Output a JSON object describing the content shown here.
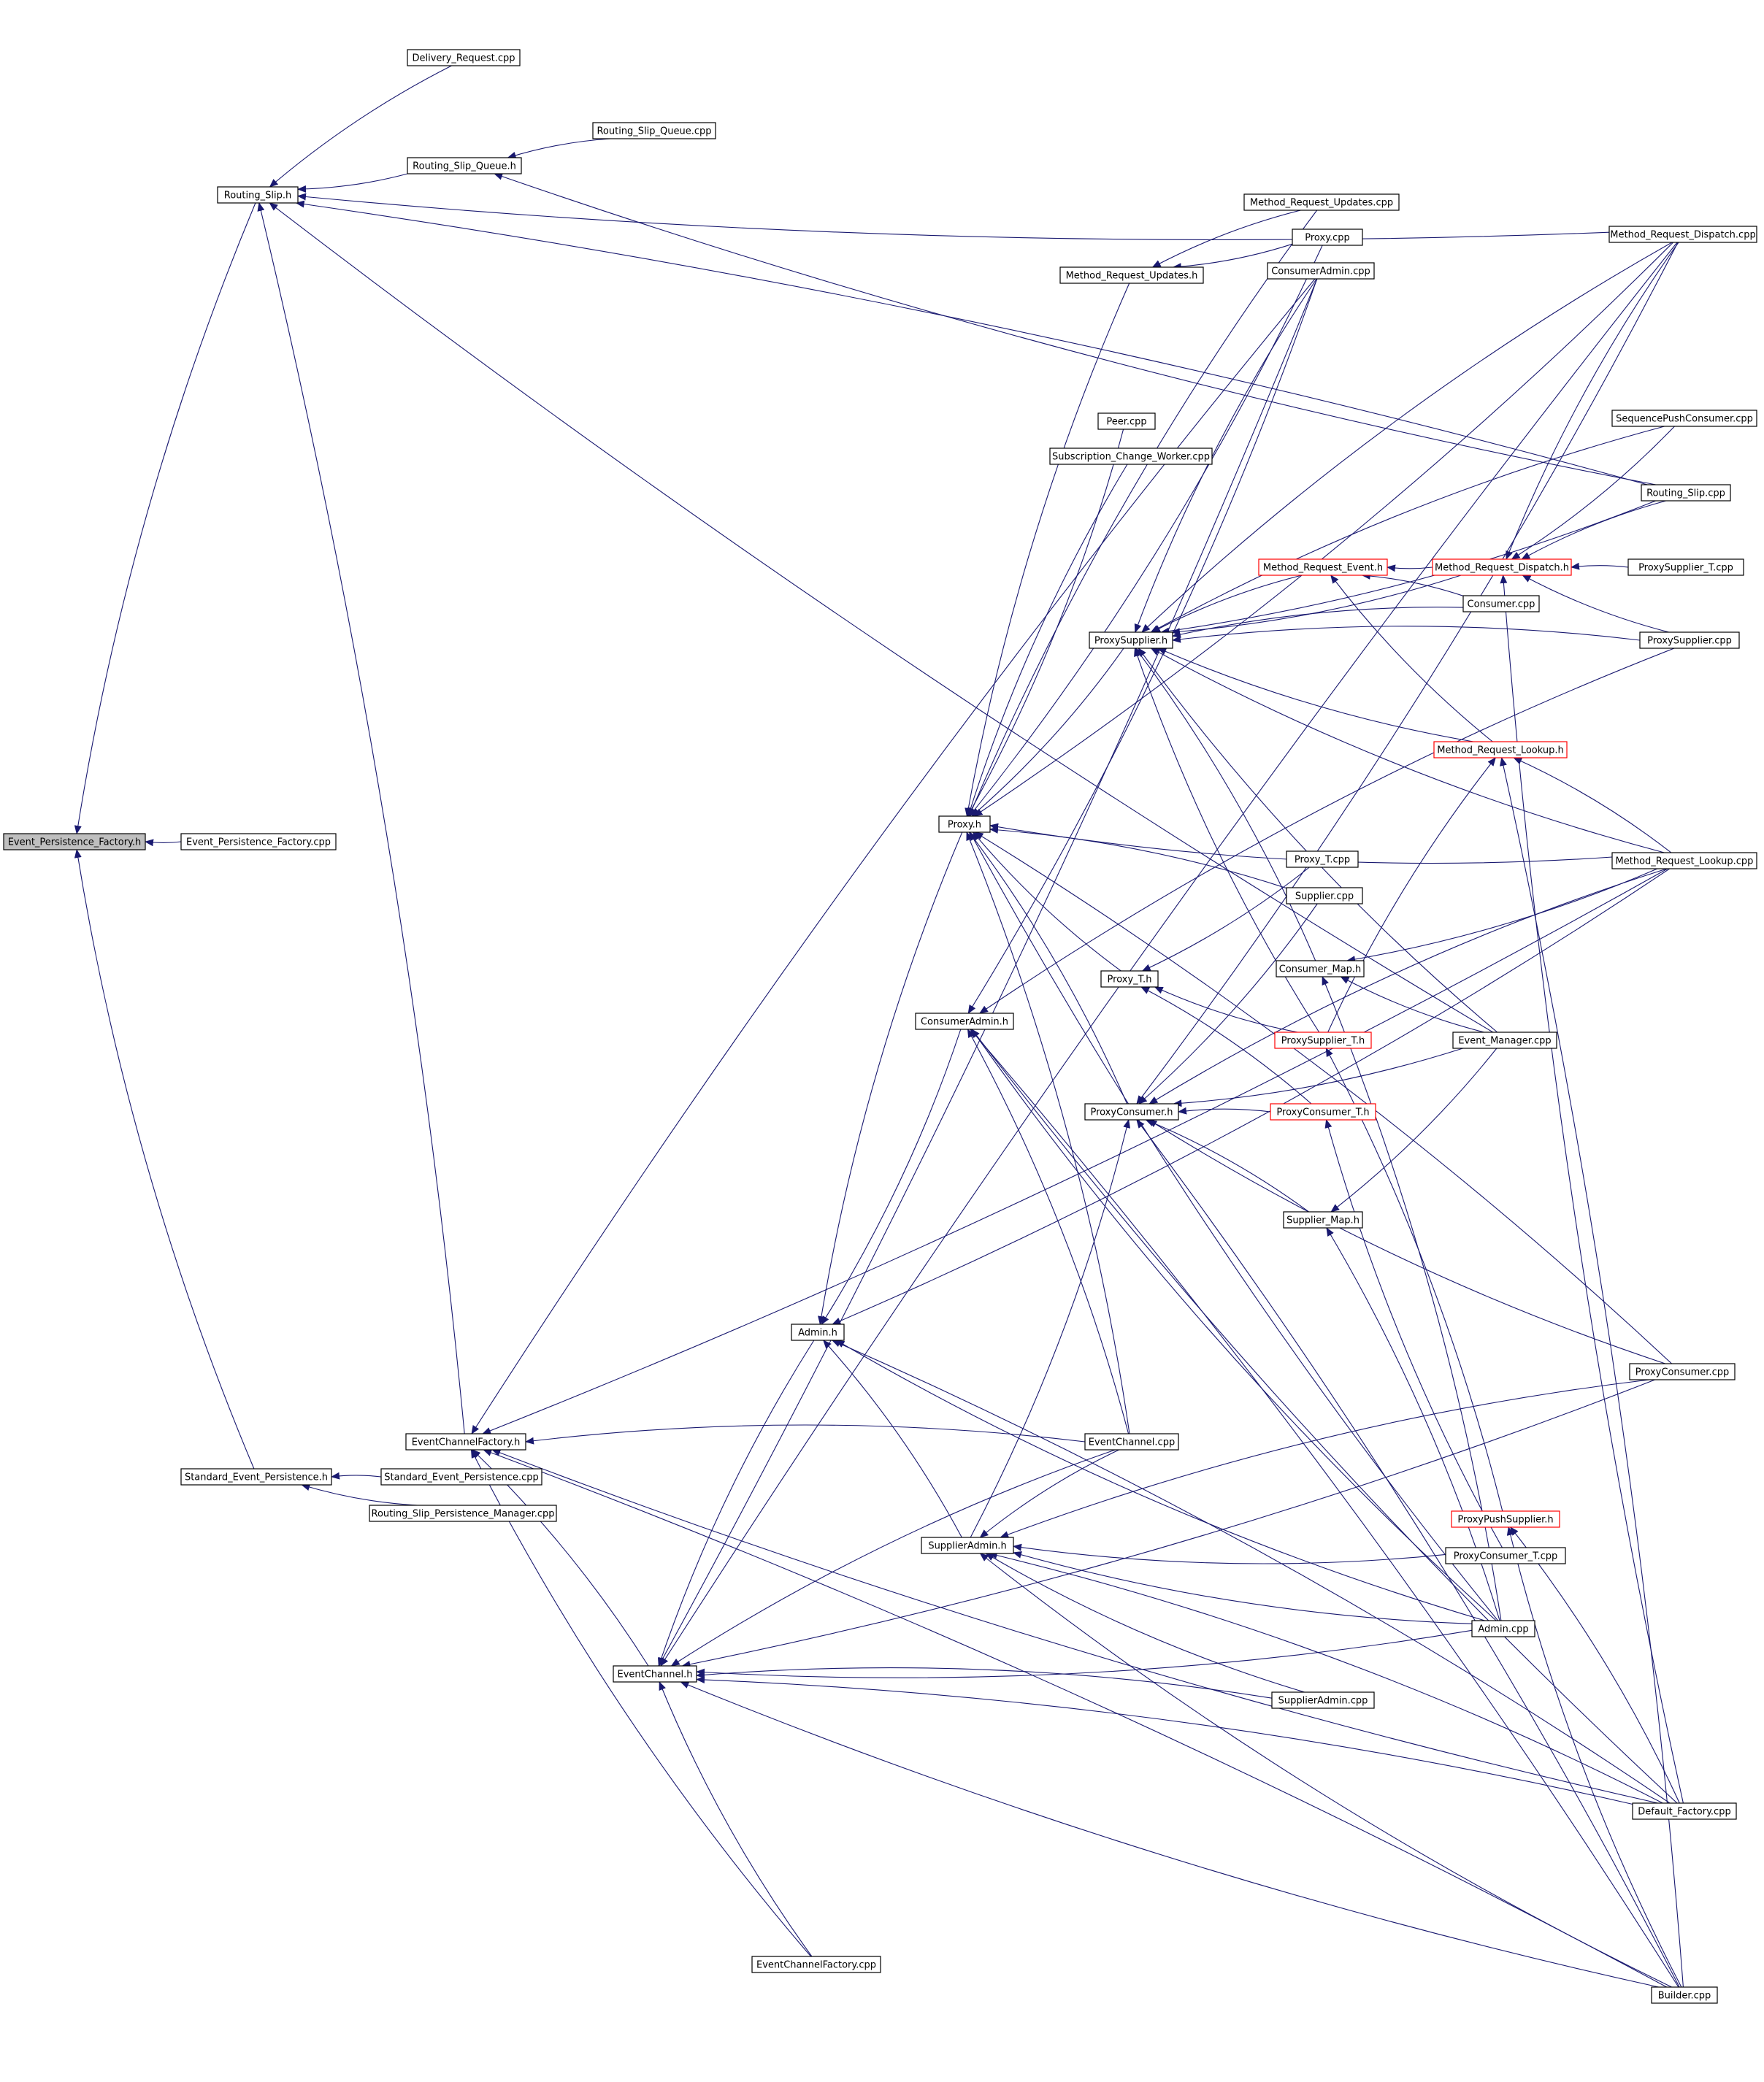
{
  "colors": {
    "edge": "#191970",
    "arrow": "#191970",
    "box_border": "#000000",
    "box_border_incomplete": "#ff0000",
    "selected_fill": "#bfbfbf",
    "background": "#ffffff"
  },
  "nodes": [
    {
      "id": "n_epf_h",
      "label": "Event_Persistence_Factory.h",
      "selected": true,
      "incomplete": false
    },
    {
      "id": "n_epf_cpp",
      "label": "Event_Persistence_Factory.cpp",
      "selected": false,
      "incomplete": false
    },
    {
      "id": "n_rs_h",
      "label": "Routing_Slip.h",
      "selected": false,
      "incomplete": false
    },
    {
      "id": "n_dr_cpp",
      "label": "Delivery_Request.cpp",
      "selected": false,
      "incomplete": false
    },
    {
      "id": "n_rsq_cpp",
      "label": "Routing_Slip_Queue.cpp",
      "selected": false,
      "incomplete": false
    },
    {
      "id": "n_rsq_h",
      "label": "Routing_Slip_Queue.h",
      "selected": false,
      "incomplete": false
    },
    {
      "id": "n_sep_h",
      "label": "Standard_Event_Persistence.h",
      "selected": false,
      "incomplete": false
    },
    {
      "id": "n_sep_cpp",
      "label": "Standard_Event_Persistence.cpp",
      "selected": false,
      "incomplete": false
    },
    {
      "id": "n_rspm_cpp",
      "label": "Routing_Slip_Persistence_Manager.cpp",
      "selected": false,
      "incomplete": false
    },
    {
      "id": "n_ecf_h",
      "label": "EventChannelFactory.h",
      "selected": false,
      "incomplete": false
    },
    {
      "id": "n_ec_h",
      "label": "EventChannel.h",
      "selected": false,
      "incomplete": false
    },
    {
      "id": "n_ecf_cpp",
      "label": "EventChannelFactory.cpp",
      "selected": false,
      "incomplete": false
    },
    {
      "id": "n_admin_h",
      "label": "Admin.h",
      "selected": false,
      "incomplete": false
    },
    {
      "id": "n_proxy_h",
      "label": "Proxy.h",
      "selected": false,
      "incomplete": false
    },
    {
      "id": "n_ca_h",
      "label": "ConsumerAdmin.h",
      "selected": false,
      "incomplete": false
    },
    {
      "id": "n_sa_h",
      "label": "SupplierAdmin.h",
      "selected": false,
      "incomplete": false
    },
    {
      "id": "n_mru_cpp",
      "label": "Method_Request_Updates.cpp",
      "selected": false,
      "incomplete": false
    },
    {
      "id": "n_proxy_cpp",
      "label": "Proxy.cpp",
      "selected": false,
      "incomplete": false
    },
    {
      "id": "n_mru_h",
      "label": "Method_Request_Updates.h",
      "selected": false,
      "incomplete": false
    },
    {
      "id": "n_ca_cpp",
      "label": "ConsumerAdmin.cpp",
      "selected": false,
      "incomplete": false
    },
    {
      "id": "n_peer_cpp",
      "label": "Peer.cpp",
      "selected": false,
      "incomplete": false
    },
    {
      "id": "n_scw_cpp",
      "label": "Subscription_Change_Worker.cpp",
      "selected": false,
      "incomplete": false
    },
    {
      "id": "n_ps_h",
      "label": "ProxySupplier.h",
      "selected": false,
      "incomplete": false
    },
    {
      "id": "n_proxyt_h",
      "label": "Proxy_T.h",
      "selected": false,
      "incomplete": false
    },
    {
      "id": "n_pc_h",
      "label": "ProxyConsumer.h",
      "selected": false,
      "incomplete": false
    },
    {
      "id": "n_ec_cpp",
      "label": "EventChannel.cpp",
      "selected": false,
      "incomplete": false
    },
    {
      "id": "n_mre_h",
      "label": "Method_Request_Event.h",
      "selected": false,
      "incomplete": true
    },
    {
      "id": "n_mrd_h",
      "label": "Method_Request_Dispatch.h",
      "selected": false,
      "incomplete": true
    },
    {
      "id": "n_consumer_cpp",
      "label": "Consumer.cpp",
      "selected": false,
      "incomplete": false
    },
    {
      "id": "n_mrl_h",
      "label": "Method_Request_Lookup.h",
      "selected": false,
      "incomplete": true
    },
    {
      "id": "n_proxyt_cpp",
      "label": "Proxy_T.cpp",
      "selected": false,
      "incomplete": false
    },
    {
      "id": "n_supplier_cpp",
      "label": "Supplier.cpp",
      "selected": false,
      "incomplete": false
    },
    {
      "id": "n_cm_h",
      "label": "Consumer_Map.h",
      "selected": false,
      "incomplete": false
    },
    {
      "id": "n_pst_h",
      "label": "ProxySupplier_T.h",
      "selected": false,
      "incomplete": true
    },
    {
      "id": "n_pct_h",
      "label": "ProxyConsumer_T.h",
      "selected": false,
      "incomplete": true
    },
    {
      "id": "n_em_cpp",
      "label": "Event_Manager.cpp",
      "selected": false,
      "incomplete": false
    },
    {
      "id": "n_sm_h",
      "label": "Supplier_Map.h",
      "selected": false,
      "incomplete": false
    },
    {
      "id": "n_pps_h",
      "label": "ProxyPushSupplier.h",
      "selected": false,
      "incomplete": true
    },
    {
      "id": "n_pct_cpp",
      "label": "ProxyConsumer_T.cpp",
      "selected": false,
      "incomplete": false
    },
    {
      "id": "n_admin_cpp",
      "label": "Admin.cpp",
      "selected": false,
      "incomplete": false
    },
    {
      "id": "n_sa_cpp",
      "label": "SupplierAdmin.cpp",
      "selected": false,
      "incomplete": false
    },
    {
      "id": "n_mrd_cpp",
      "label": "Method_Request_Dispatch.cpp",
      "selected": false,
      "incomplete": false
    },
    {
      "id": "n_spc_cpp",
      "label": "SequencePushConsumer.cpp",
      "selected": false,
      "incomplete": false
    },
    {
      "id": "n_rs_cpp",
      "label": "Routing_Slip.cpp",
      "selected": false,
      "incomplete": false
    },
    {
      "id": "n_pst_cpp",
      "label": "ProxySupplier_T.cpp",
      "selected": false,
      "incomplete": false
    },
    {
      "id": "n_ps_cpp",
      "label": "ProxySupplier.cpp",
      "selected": false,
      "incomplete": false
    },
    {
      "id": "n_mrl_cpp",
      "label": "Method_Request_Lookup.cpp",
      "selected": false,
      "incomplete": false
    },
    {
      "id": "n_pc_cpp",
      "label": "ProxyConsumer.cpp",
      "selected": false,
      "incomplete": false
    },
    {
      "id": "n_df_cpp",
      "label": "Default_Factory.cpp",
      "selected": false,
      "incomplete": false
    },
    {
      "id": "n_builder_cpp",
      "label": "Builder.cpp",
      "selected": false,
      "incomplete": false
    }
  ],
  "edges": [
    {
      "from": "n_epf_cpp",
      "to": "n_epf_h"
    },
    {
      "from": "n_rs_h",
      "to": "n_epf_h"
    },
    {
      "from": "n_sep_h",
      "to": "n_epf_h"
    },
    {
      "from": "n_dr_cpp",
      "to": "n_rs_h"
    },
    {
      "from": "n_rsq_h",
      "to": "n_rs_h"
    },
    {
      "from": "n_rs_cpp",
      "to": "n_rs_h"
    },
    {
      "from": "n_mrd_cpp",
      "to": "n_rs_h"
    },
    {
      "from": "n_ecf_h",
      "to": "n_rs_h"
    },
    {
      "from": "n_em_cpp",
      "to": "n_rs_h"
    },
    {
      "from": "n_rsq_cpp",
      "to": "n_rsq_h"
    },
    {
      "from": "n_rs_cpp",
      "to": "n_rsq_h"
    },
    {
      "from": "n_sep_cpp",
      "to": "n_sep_h"
    },
    {
      "from": "n_rspm_cpp",
      "to": "n_sep_h"
    },
    {
      "from": "n_ec_cpp",
      "to": "n_ecf_h"
    },
    {
      "from": "n_ecf_cpp",
      "to": "n_ecf_h"
    },
    {
      "from": "n_ec_h",
      "to": "n_ecf_h"
    },
    {
      "from": "n_df_cpp",
      "to": "n_ecf_h"
    },
    {
      "from": "n_builder_cpp",
      "to": "n_ecf_h"
    },
    {
      "from": "n_mrl_cpp",
      "to": "n_ecf_h"
    },
    {
      "from": "n_ca_cpp",
      "to": "n_ecf_h"
    },
    {
      "from": "n_ecf_cpp",
      "to": "n_ec_h"
    },
    {
      "from": "n_sa_cpp",
      "to": "n_ec_h"
    },
    {
      "from": "n_admin_cpp",
      "to": "n_ec_h"
    },
    {
      "from": "n_df_cpp",
      "to": "n_ec_h"
    },
    {
      "from": "n_builder_cpp",
      "to": "n_ec_h"
    },
    {
      "from": "n_ec_cpp",
      "to": "n_ec_h"
    },
    {
      "from": "n_pc_cpp",
      "to": "n_ec_h"
    },
    {
      "from": "n_mrd_cpp",
      "to": "n_ec_h"
    },
    {
      "from": "n_ca_cpp",
      "to": "n_ec_h"
    },
    {
      "from": "n_admin_h",
      "to": "n_ec_h"
    },
    {
      "from": "n_ca_h",
      "to": "n_admin_h"
    },
    {
      "from": "n_sa_h",
      "to": "n_admin_h"
    },
    {
      "from": "n_admin_cpp",
      "to": "n_admin_h"
    },
    {
      "from": "n_df_cpp",
      "to": "n_admin_h"
    },
    {
      "from": "n_mrl_cpp",
      "to": "n_admin_h"
    },
    {
      "from": "n_proxy_h",
      "to": "n_admin_h"
    },
    {
      "from": "n_proxy_cpp",
      "to": "n_proxy_h"
    },
    {
      "from": "n_mru_h",
      "to": "n_proxy_h"
    },
    {
      "from": "n_peer_cpp",
      "to": "n_proxy_h"
    },
    {
      "from": "n_scw_cpp",
      "to": "n_proxy_h"
    },
    {
      "from": "n_ps_h",
      "to": "n_proxy_h"
    },
    {
      "from": "n_pc_h",
      "to": "n_proxy_h"
    },
    {
      "from": "n_proxyt_h",
      "to": "n_proxy_h"
    },
    {
      "from": "n_supplier_cpp",
      "to": "n_proxy_h"
    },
    {
      "from": "n_mrl_cpp",
      "to": "n_proxy_h"
    },
    {
      "from": "n_ec_cpp",
      "to": "n_proxy_h"
    },
    {
      "from": "n_admin_cpp",
      "to": "n_proxy_h"
    },
    {
      "from": "n_pc_cpp",
      "to": "n_proxy_h"
    },
    {
      "from": "n_mrd_cpp",
      "to": "n_proxy_h"
    },
    {
      "from": "n_mru_cpp",
      "to": "n_proxy_h"
    },
    {
      "from": "n_ca_cpp",
      "to": "n_ca_h"
    },
    {
      "from": "n_ec_cpp",
      "to": "n_ca_h"
    },
    {
      "from": "n_admin_cpp",
      "to": "n_ca_h"
    },
    {
      "from": "n_builder_cpp",
      "to": "n_ca_h"
    },
    {
      "from": "n_df_cpp",
      "to": "n_ca_h"
    },
    {
      "from": "n_ps_cpp",
      "to": "n_ca_h"
    },
    {
      "from": "n_sa_cpp",
      "to": "n_sa_h"
    },
    {
      "from": "n_ec_cpp",
      "to": "n_sa_h"
    },
    {
      "from": "n_admin_cpp",
      "to": "n_sa_h"
    },
    {
      "from": "n_df_cpp",
      "to": "n_sa_h"
    },
    {
      "from": "n_builder_cpp",
      "to": "n_sa_h"
    },
    {
      "from": "n_pc_cpp",
      "to": "n_sa_h"
    },
    {
      "from": "n_pct_cpp",
      "to": "n_sa_h"
    },
    {
      "from": "n_mru_cpp",
      "to": "n_mru_h"
    },
    {
      "from": "n_proxy_cpp",
      "to": "n_mru_h"
    },
    {
      "from": "n_mre_h",
      "to": "n_ps_h"
    },
    {
      "from": "n_mrd_h",
      "to": "n_ps_h"
    },
    {
      "from": "n_consumer_cpp",
      "to": "n_ps_h"
    },
    {
      "from": "n_mrl_h",
      "to": "n_ps_h"
    },
    {
      "from": "n_ps_cpp",
      "to": "n_ps_h"
    },
    {
      "from": "n_mrl_cpp",
      "to": "n_ps_h"
    },
    {
      "from": "n_spc_cpp",
      "to": "n_ps_h"
    },
    {
      "from": "n_rs_cpp",
      "to": "n_ps_h"
    },
    {
      "from": "n_ca_cpp",
      "to": "n_ps_h"
    },
    {
      "from": "n_pst_h",
      "to": "n_ps_h"
    },
    {
      "from": "n_cm_h",
      "to": "n_ps_h"
    },
    {
      "from": "n_em_cpp",
      "to": "n_ps_h"
    },
    {
      "from": "n_mrd_cpp",
      "to": "n_ps_h"
    },
    {
      "from": "n_mrd_h",
      "to": "n_mre_h"
    },
    {
      "from": "n_consumer_cpp",
      "to": "n_mre_h"
    },
    {
      "from": "n_mrl_h",
      "to": "n_mre_h"
    },
    {
      "from": "n_pst_cpp",
      "to": "n_mrd_h"
    },
    {
      "from": "n_ps_cpp",
      "to": "n_mrd_h"
    },
    {
      "from": "n_rs_cpp",
      "to": "n_mrd_h"
    },
    {
      "from": "n_spc_cpp",
      "to": "n_mrd_h"
    },
    {
      "from": "n_mrd_cpp",
      "to": "n_mrd_h"
    },
    {
      "from": "n_df_cpp",
      "to": "n_mrd_h"
    },
    {
      "from": "n_mrl_cpp",
      "to": "n_mrl_h"
    },
    {
      "from": "n_pst_h",
      "to": "n_mrl_h"
    },
    {
      "from": "n_builder_cpp",
      "to": "n_mrl_h"
    },
    {
      "from": "n_pst_h",
      "to": "n_proxyt_h"
    },
    {
      "from": "n_pct_h",
      "to": "n_proxyt_h"
    },
    {
      "from": "n_proxyt_cpp",
      "to": "n_proxyt_h"
    },
    {
      "from": "n_pct_h",
      "to": "n_pc_h"
    },
    {
      "from": "n_em_cpp",
      "to": "n_pc_h"
    },
    {
      "from": "n_sm_h",
      "to": "n_pc_h"
    },
    {
      "from": "n_pc_cpp",
      "to": "n_pc_h"
    },
    {
      "from": "n_mrl_cpp",
      "to": "n_pc_h"
    },
    {
      "from": "n_supplier_cpp",
      "to": "n_pc_h"
    },
    {
      "from": "n_builder_cpp",
      "to": "n_pc_h"
    },
    {
      "from": "n_mrd_cpp",
      "to": "n_pc_h"
    },
    {
      "from": "n_sa_h",
      "to": "n_pc_h"
    },
    {
      "from": "n_em_cpp",
      "to": "n_cm_h"
    },
    {
      "from": "n_admin_cpp",
      "to": "n_cm_h"
    },
    {
      "from": "n_mrl_cpp",
      "to": "n_cm_h"
    },
    {
      "from": "n_pps_h",
      "to": "n_pst_h"
    },
    {
      "from": "n_pct_cpp",
      "to": "n_pct_h"
    },
    {
      "from": "n_admin_cpp",
      "to": "n_sm_h"
    },
    {
      "from": "n_em_cpp",
      "to": "n_sm_h"
    },
    {
      "from": "n_df_cpp",
      "to": "n_pps_h"
    },
    {
      "from": "n_builder_cpp",
      "to": "n_pps_h"
    }
  ]
}
